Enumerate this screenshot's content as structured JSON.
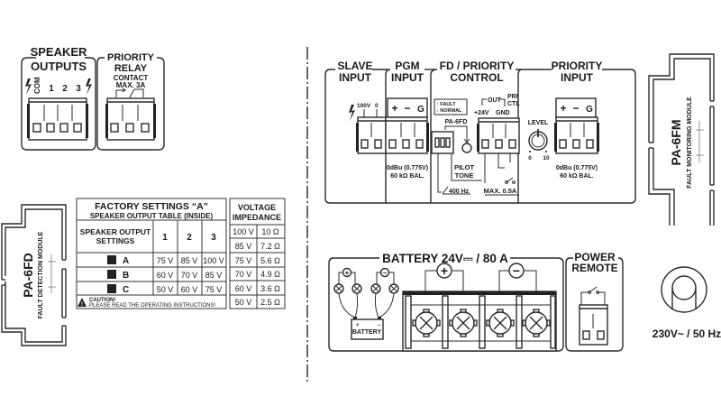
{
  "speaker_outputs": {
    "title_line1": "SPEAKER",
    "title_line2": "OUTPUTS",
    "terminals": [
      "COM",
      "1",
      "2",
      "3"
    ]
  },
  "priority_relay": {
    "title_line1": "PRIORITY",
    "title_line2": "RELAY",
    "note_line1": "CONTACT",
    "note_line2": "MAX. 3A"
  },
  "fault_detection_module": {
    "model": "PA-6FD",
    "label": "FAULT DETECTION MODULE"
  },
  "factory_table": {
    "title": "FACTORY SETTINGS “A”",
    "subtitle": "SPEAKER OUTPUT TABLE (INSIDE)",
    "header_line1": "SPEAKER OUTPUT",
    "header_line2": "SETTINGS",
    "columns": [
      "1",
      "2",
      "3"
    ],
    "rows": [
      {
        "setting": "A",
        "values": [
          "75 V",
          "85 V",
          "100 V"
        ]
      },
      {
        "setting": "B",
        "values": [
          "60 V",
          "70 V",
          "85 V"
        ]
      },
      {
        "setting": "C",
        "values": [
          "50 V",
          "60 V",
          "75 V"
        ]
      }
    ],
    "caution_line1": "CAUTION!",
    "caution_line2": "PLEASE READ THE OPERATING INSTRUCTIONS!"
  },
  "impedance_table": {
    "title_line1": "VOLTAGE",
    "title_line2": "IMPEDANCE",
    "rows": [
      {
        "voltage": "100 V",
        "impedance": "10 Ω"
      },
      {
        "voltage": "85 V",
        "impedance": "7.2 Ω"
      },
      {
        "voltage": "75 V",
        "impedance": "5.6 Ω"
      },
      {
        "voltage": "70 V",
        "impedance": "4.9 Ω"
      },
      {
        "voltage": "60 V",
        "impedance": "3.6 Ω"
      },
      {
        "voltage": "50 V",
        "impedance": "2.5 Ω"
      }
    ]
  },
  "slave_input": {
    "title_line1": "SLAVE",
    "title_line2": "INPUT",
    "terminals": [
      "100V",
      "0"
    ]
  },
  "pgm_input": {
    "title_line1": "PGM",
    "title_line2": "INPUT",
    "terminals": [
      "+",
      "−",
      "G"
    ],
    "spec_line1": "0dBu (0.775V)",
    "spec_line2": "60 kΩ BAL."
  },
  "fd_priority_control": {
    "title_line1": "FD / PRIORITY",
    "title_line2": "CONTROL",
    "switch_up": "↑ FAULT",
    "switch_down": "↓ NORMAL",
    "module": "PA-6FD",
    "terminal_out": "OUT",
    "terminal_pri": "PRI",
    "terminal_ctl": "CTL",
    "terminal_24v": "+24V",
    "terminal_gnd": "GND",
    "pilot_line1": "PILOT",
    "pilot_line2": "TONE",
    "pilot_freq": "400 Hz",
    "max_current": "MAX. 0.5A"
  },
  "priority_input": {
    "title_line1": "PRIORITY",
    "title_line2": "INPUT",
    "level_label": "LEVEL",
    "level_min": "0",
    "level_max": "10",
    "terminals": [
      "+",
      "−",
      "G"
    ],
    "spec_line1": "0dBu (0.775V)",
    "spec_line2": "60 kΩ BAL."
  },
  "fault_monitoring_module": {
    "model": "PA-6FM",
    "label": "FAULT MONITORING MODULE"
  },
  "battery": {
    "title": "BATTERY 24V⎓ / 80 A",
    "plus": "+",
    "minus": "−",
    "battery_label": "BATTERY"
  },
  "power_remote": {
    "title_line1": "POWER",
    "title_line2": "REMOTE"
  },
  "mains": {
    "label": "230V~ / 50 Hz"
  }
}
